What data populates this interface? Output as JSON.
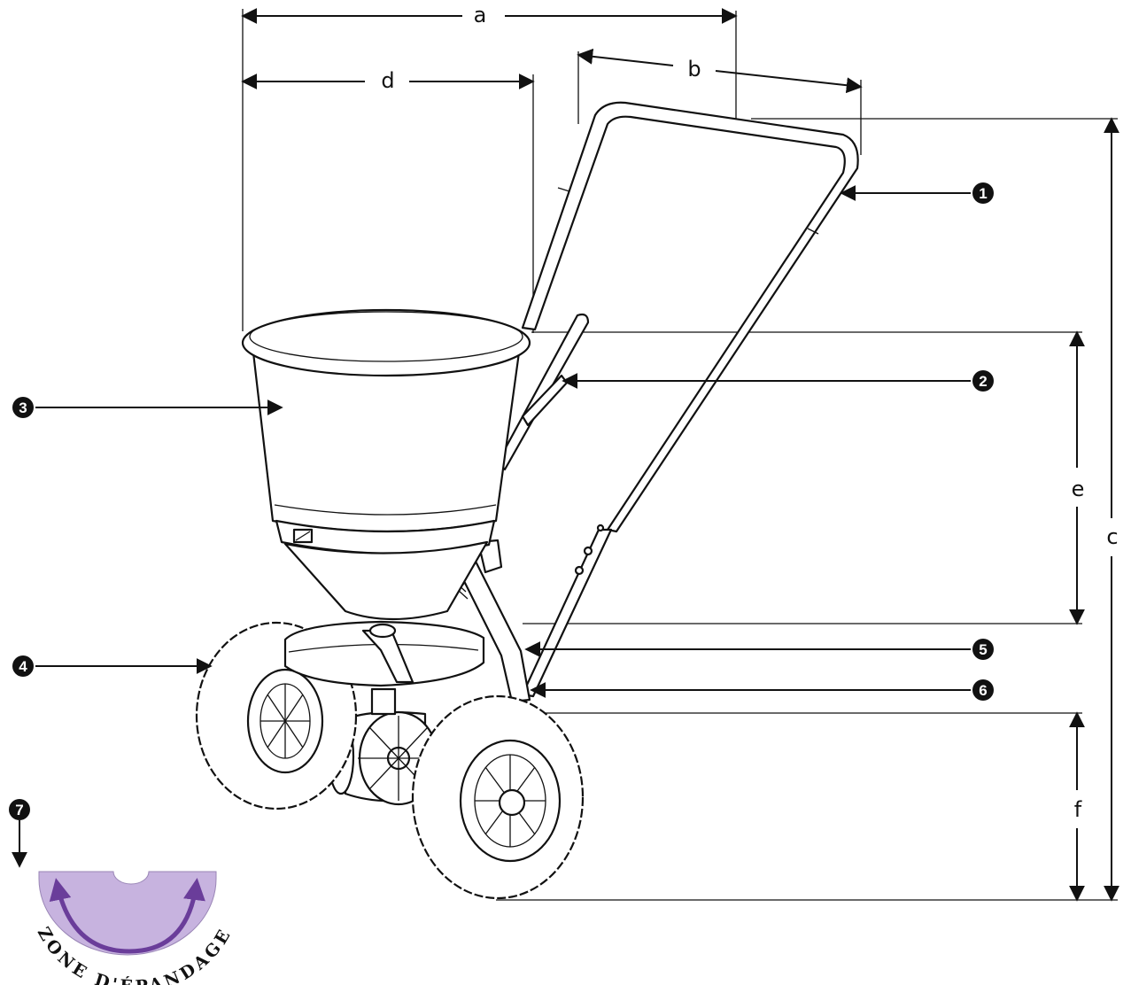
{
  "dimensions": {
    "a": "a",
    "b": "b",
    "c": "c",
    "d": "d",
    "e": "e",
    "f": "f"
  },
  "callouts": [
    "1",
    "2",
    "3",
    "4",
    "5",
    "6",
    "7"
  ],
  "spread_zone": {
    "label": "ZONE D'ÉPANDAGE",
    "fill_color": "#c7b3df",
    "arrow_color": "#6a3d9a"
  },
  "icons": {
    "arrow": "dimension-arrow-icon",
    "callout": "numbered-callout-icon"
  }
}
